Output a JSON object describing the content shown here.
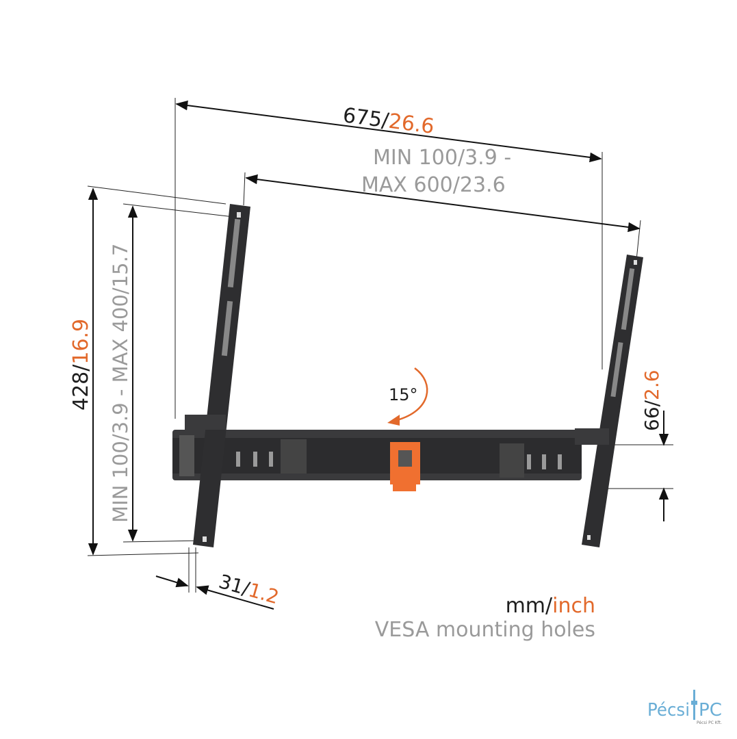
{
  "dimensions": {
    "width": {
      "mm": "675/",
      "inch": "26.6"
    },
    "vesa_horizontal": {
      "line1_mm": "MIN 100/",
      "line1_inch": "3.9 -",
      "line2_mm": "MAX 600/",
      "line2_inch": "23.6"
    },
    "height": {
      "mm": "428/",
      "inch": "16.9"
    },
    "vesa_vertical": {
      "mm1": "MIN 100/",
      "inch1": "3.9 - ",
      "mm2": "MAX 400/",
      "inch2": "15.7"
    },
    "depth_adjust": {
      "mm": "66/",
      "inch": "2.6"
    },
    "wall_distance": {
      "mm": "31/",
      "inch": "1.2"
    },
    "tilt": "15°"
  },
  "legend": {
    "unit_mm": "mm/",
    "unit_inch": "inch",
    "note": "VESA mounting holes"
  },
  "logo": {
    "text_left": "Pécsi",
    "text_right": "PC",
    "subtitle": "Pécsi PC Kft."
  },
  "colors": {
    "metric": "#1e1e1e",
    "imperial": "#e2692b",
    "vesa": "#9a9a9a",
    "accent_part": "#f07030",
    "logo": "#6aaed6"
  }
}
